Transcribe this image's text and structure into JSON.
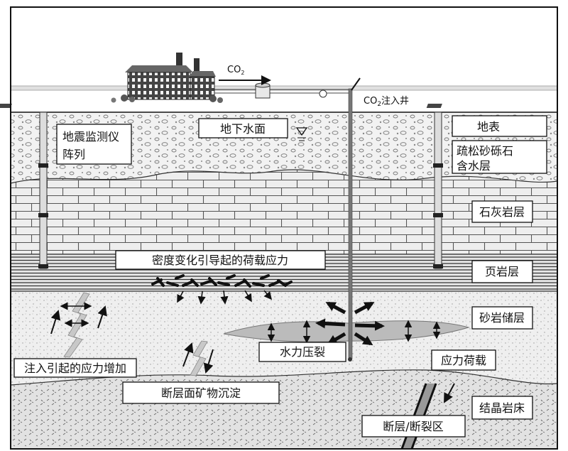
{
  "labels": {
    "co2_arrow": {
      "main": "CO",
      "sub": "2"
    },
    "injection_well": {
      "main": "CO",
      "sub": "2",
      "rest": "注入井"
    },
    "water_table": "地下水面",
    "surface": "地表",
    "seismic_array": [
      "地震监测仪",
      "阵列"
    ],
    "aquifer": [
      "疏松砂砾石",
      "含水层"
    ],
    "limestone": "石灰岩层",
    "density_stress": "密度变化引导起的荷载应力",
    "shale": "页岩层",
    "sandstone": "砂岩储层",
    "injection_stress": "注入引起的应力增加",
    "hydrofrac": "水力压裂",
    "stress_loading": "应力荷载",
    "fault_mineral": "断层面矿物沉淀",
    "bedrock": "结晶岩床",
    "fault_zone": "断层/断裂区"
  }
}
